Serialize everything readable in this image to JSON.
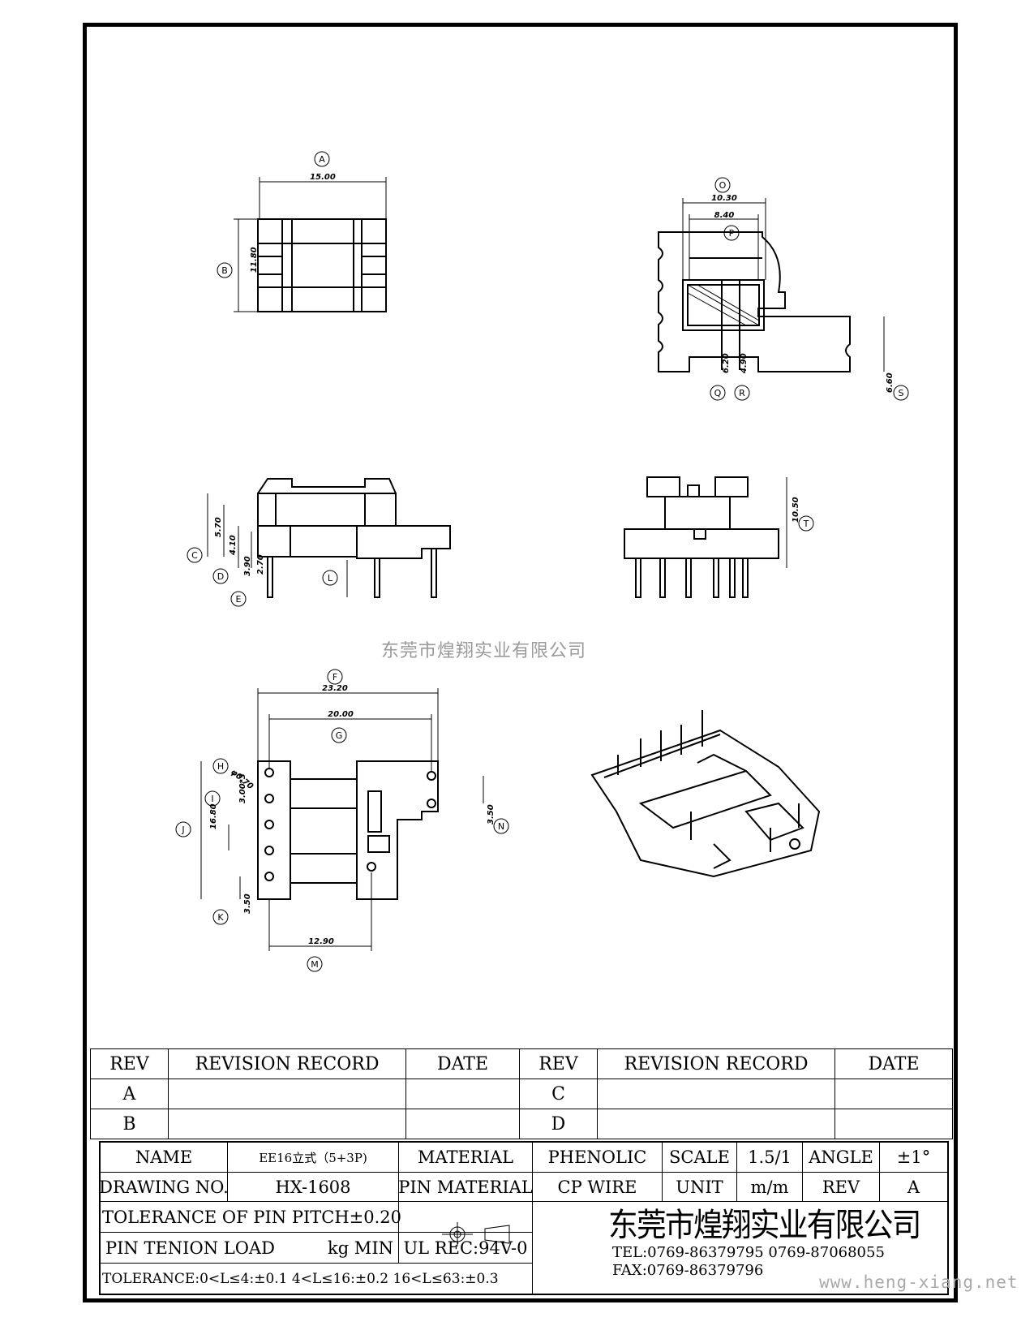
{
  "drawing": {
    "top_view": {
      "label": "A",
      "dim_a": "15.00",
      "label_b": "B",
      "dim_b": "11.80"
    },
    "side_view_right": {
      "label_o": "O",
      "dim_o": "10.30",
      "label_p": "P",
      "dim_p": "8.40",
      "label_q": "Q",
      "dim_q": "6.20",
      "label_r": "R",
      "dim_r": "4.90",
      "label_s": "S",
      "dim_s": "6.60"
    },
    "front_view": {
      "label_c": "C",
      "dim_c": "5.70",
      "label_d": "D",
      "dim_d": "4.10",
      "label_e": "E",
      "dim_e": "3.90",
      "dim_e2": "2.70",
      "label_l": "L"
    },
    "end_view": {
      "label_t": "T",
      "dim_t": "10.50"
    },
    "bottom_view": {
      "label_f": "F",
      "dim_f": "23.20",
      "label_g": "G",
      "dim_g": "20.00",
      "label_h": "H",
      "dim_h": "φ0.70",
      "label_i": "I",
      "dim_i": "3.00*3",
      "label_j": "J",
      "dim_j": "16.80",
      "label_k": "K",
      "dim_k": "3.50",
      "label_m": "M",
      "dim_m": "12.90",
      "label_n": "N",
      "dim_n": "3.50"
    }
  },
  "watermark": "东莞市煌翔实业有限公司",
  "revision_table": {
    "headers": [
      "REV",
      "REVISION RECORD",
      "DATE",
      "REV",
      "REVISION RECORD",
      "DATE"
    ],
    "rows": [
      [
        "A",
        "",
        "",
        "C",
        "",
        ""
      ],
      [
        "B",
        "",
        "",
        "D",
        "",
        ""
      ]
    ]
  },
  "title_block": {
    "name_label": "NAME",
    "name_value": "EE16立式（5+3P)",
    "material_label": "MATERIAL",
    "material_value": "PHENOLIC",
    "scale_label": "SCALE",
    "scale_value": "1.5/1",
    "angle_label": "ANGLE",
    "angle_value": "±1°",
    "drawing_no_label": "DRAWING NO.",
    "drawing_no_value": "HX-1608",
    "pin_material_label": "PIN MATERIAL",
    "pin_material_value": "CP WIRE",
    "unit_label": "UNIT",
    "unit_value": "m/m",
    "rev_label": "REV",
    "rev_value": "A",
    "tolerance_pitch": "TOLERANCE OF PIN PITCH±0.20",
    "pin_tension_label": "PIN TENION LOAD",
    "pin_tension_unit": "kg MIN",
    "ul_rec": "UL REC:94V-0",
    "tolerance_line": "TOLERANCE:0<L≤4:±0.1  4<L≤16:±0.2  16<L≤63:±0.3",
    "company": "东莞市煌翔实业有限公司",
    "tel": "TEL:0769-86379795   0769-87068055",
    "fax": "FAX:0769-86379796"
  },
  "website": "www.heng-xiang.net"
}
